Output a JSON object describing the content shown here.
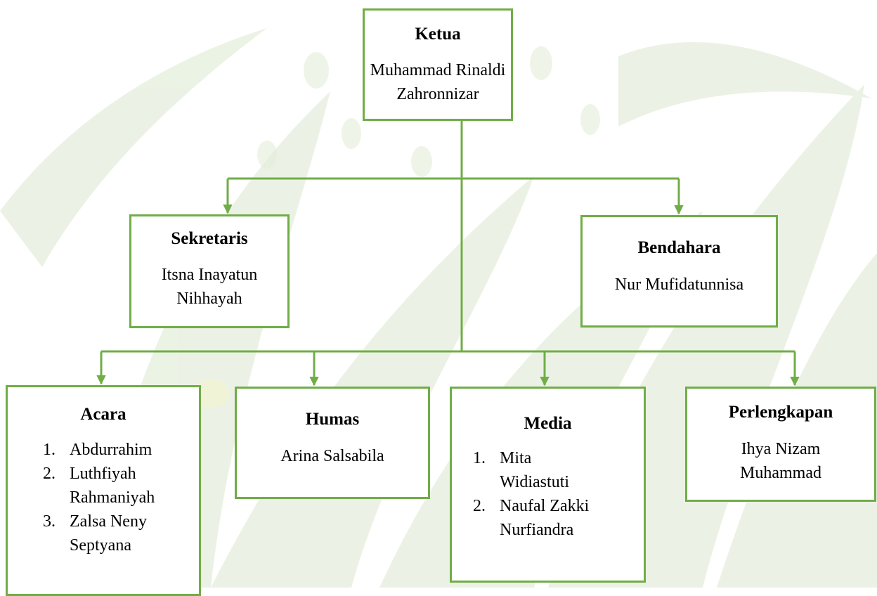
{
  "colors": {
    "border": "#70ad47",
    "connector": "#70ad47",
    "watermark": "#c5dcb4"
  },
  "ketua": {
    "title": "Ketua",
    "lines": [
      "Muhammad Rinaldi",
      "Zahronnizar"
    ]
  },
  "sekretaris": {
    "title": "Sekretaris",
    "lines": [
      "Itsna Inayatun",
      "Nihhayah"
    ]
  },
  "bendahara": {
    "title": "Bendahara",
    "lines": [
      "Nur Mufidatunnisa"
    ]
  },
  "acara": {
    "title": "Acara",
    "items": [
      {
        "num": "1.",
        "lines": [
          "Abdurrahim"
        ]
      },
      {
        "num": "2.",
        "lines": [
          "Luthfiyah",
          "Rahmaniyah"
        ]
      },
      {
        "num": "3.",
        "lines": [
          "Zalsa Neny",
          "Septyana"
        ]
      }
    ]
  },
  "humas": {
    "title": "Humas",
    "lines": [
      "Arina Salsabila"
    ]
  },
  "media": {
    "title": "Media",
    "items": [
      {
        "num": "1.",
        "lines": [
          "Mita",
          "Widiastuti"
        ]
      },
      {
        "num": "2.",
        "lines": [
          "Naufal Zakki",
          "Nurfiandra"
        ]
      }
    ]
  },
  "perlengkapan": {
    "title": "Perlengkapan",
    "lines": [
      "Ihya Nizam",
      "Muhammad"
    ]
  }
}
